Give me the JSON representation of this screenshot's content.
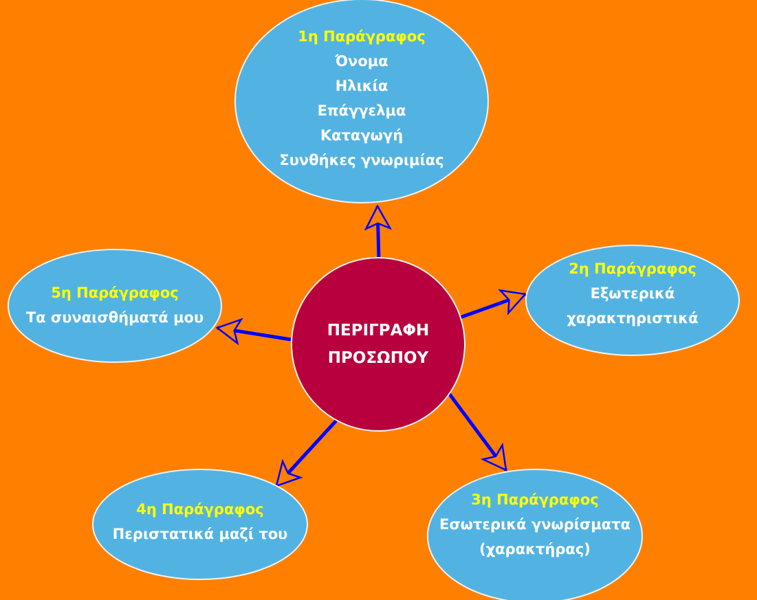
{
  "colors": {
    "background": "#ff8000",
    "ellipse": "#52b3e2",
    "center": "#b8003e",
    "arrow": "#0000ff",
    "title": "#ffff00"
  },
  "center": {
    "lines": [
      "ΠΕΡΙΓΡΑΦΗ",
      "ΠΡΟΣΩΠΟΥ"
    ]
  },
  "nodes": [
    {
      "title": "1η Παράγραφος",
      "lines": [
        "Όνομα",
        "Ηλικία",
        "Επάγγελμα",
        "Καταγωγή",
        "Συνθήκες γνωριμίας"
      ]
    },
    {
      "title": "2η Παράγραφος",
      "lines": [
        "Εξωτερικά",
        "χαρακτηριστικά"
      ]
    },
    {
      "title": "3η Παράγραφος",
      "lines": [
        "Εσωτερικά γνωρίσματα",
        "(χαρακτήρας)"
      ]
    },
    {
      "title": "4η Παράγραφος",
      "lines": [
        "Περιστατικά μαζί του"
      ]
    },
    {
      "title": "5η Παράγραφος",
      "lines": [
        "Τα συναισθήματά μου"
      ]
    }
  ]
}
